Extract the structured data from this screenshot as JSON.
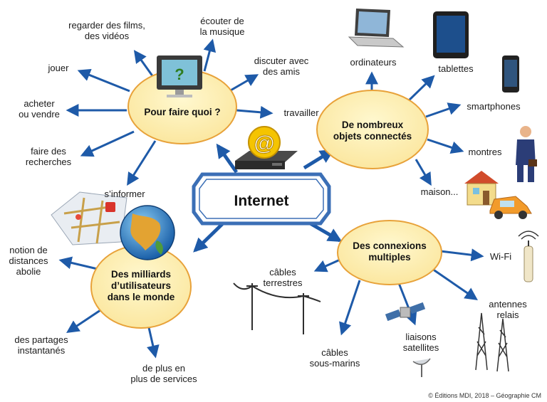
{
  "center": {
    "title": "Internet"
  },
  "hubs": {
    "purpose": "Pour faire quoi ?",
    "objects": "De nombreux\nobjets connectés",
    "connections": "Des connexions\nmultiples",
    "users": "Des milliards\nd’utilisateurs\ndans le monde"
  },
  "purpose_items": {
    "films": "regarder des films,\ndes vidéos",
    "music": "écouter de\nla musique",
    "chat": "discuter avec\ndes amis",
    "play": "jouer",
    "buy": "acheter\nou vendre",
    "work": "travailler",
    "research": "faire des\nrecherches",
    "inform": "s’informer"
  },
  "object_items": {
    "computers": "ordinateurs",
    "tablets": "tablettes",
    "smartphones": "smartphones",
    "watches": "montres",
    "house": "maison..."
  },
  "user_items": {
    "distance": "notion de\ndistances\nabolie",
    "sharing": "des partages\ninstantanés",
    "services": "de plus en\nplus de services"
  },
  "connection_items": {
    "cables": "câbles\nterrestres",
    "wifi": "Wi-Fi",
    "antennas": "antennes\nrelais",
    "submarine": "câbles\nsous-marins",
    "satellites": "liaisons\nsatellites"
  },
  "icons": {
    "monitor_glyph": "?",
    "at_glyph": "@"
  },
  "credit": "© Éditions MDI, 2018 – Géographie CM",
  "colors": {
    "arrow": "#1e5aa8",
    "hub_fill": "#fdf2b5",
    "hub_stroke": "#e8a23a",
    "frame": "#3b6fb6"
  }
}
